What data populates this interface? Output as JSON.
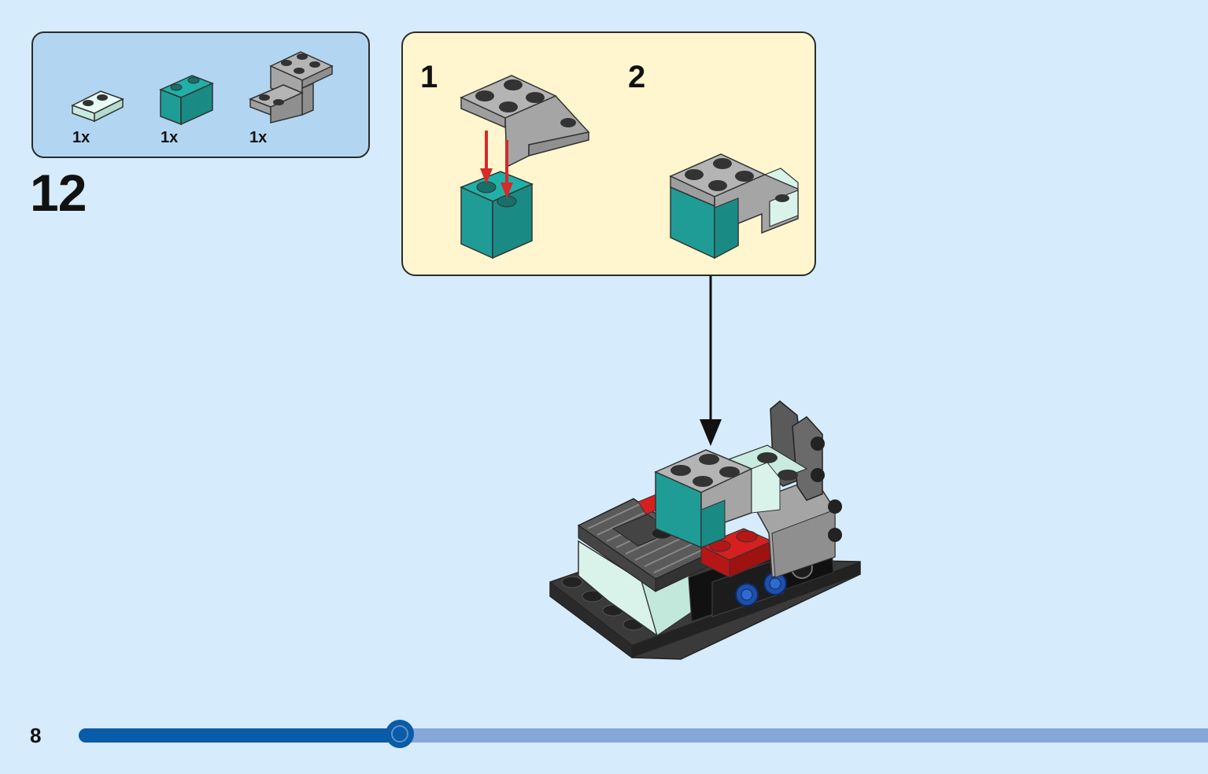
{
  "parts_list": {
    "items": [
      {
        "quantity": "1x",
        "name": "plate-1x2-icon",
        "color": "#d9f3ea"
      },
      {
        "quantity": "1x",
        "name": "brick-1x2-icon",
        "color": "#1f9c95"
      },
      {
        "quantity": "1x",
        "name": "bracket-plate-icon",
        "color": "#a5a5a5"
      }
    ]
  },
  "step": {
    "number": "12"
  },
  "callout": {
    "sub_steps": [
      {
        "label": "1"
      },
      {
        "label": "2"
      }
    ]
  },
  "colors": {
    "background": "#d6ebfb",
    "parts_box": "#b2d6f2",
    "callout_box": "#fff6cf",
    "teal": "#1f9c95",
    "gray": "#a5a5a5",
    "red_arrow": "#d42a2a",
    "progress_fill": "#0a5ca8",
    "progress_track": "#86a8d8"
  },
  "footer": {
    "page_number": "8",
    "progress": 0.284
  }
}
